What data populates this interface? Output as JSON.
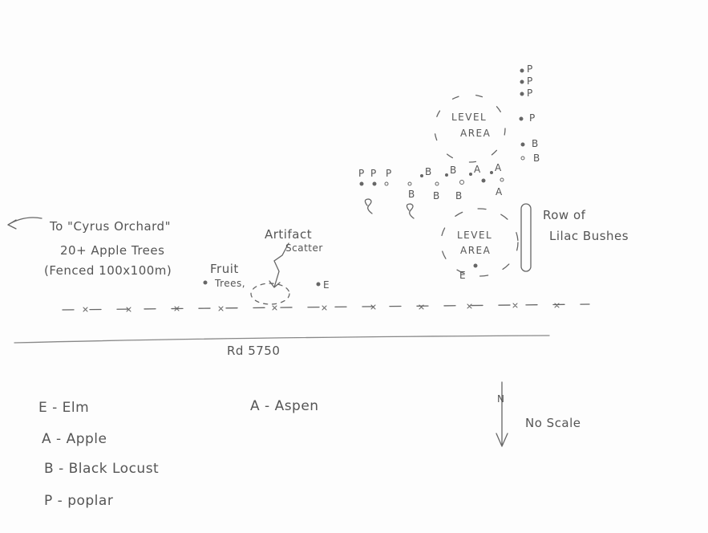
{
  "orchard_note": {
    "line1": "To \"Cyrus Orchard\"",
    "line2": "20+ Apple Trees",
    "line3": "(Fenced 100x100m)"
  },
  "artifact": {
    "line1": "Artifact",
    "line2": "Scatter"
  },
  "fruit_trees": {
    "line1": "Fruit",
    "line2": "Trees,"
  },
  "road_label": "Rd 5750",
  "level_area_north": {
    "line1": "LEVEL",
    "line2": "AREA"
  },
  "level_area_south": {
    "line1": "LEVEL",
    "line2": "AREA"
  },
  "lilac": {
    "line1": "Row of",
    "line2": "Lilac Bushes"
  },
  "tree_labels": {
    "elm_fruit": "E",
    "elm_level": "E",
    "poplar_col": [
      "P",
      "P",
      "P",
      "P"
    ],
    "locust_col": [
      "B",
      "B"
    ],
    "poplar_row": [
      "P",
      "P",
      "P"
    ],
    "upper_row": [
      "B",
      "B",
      "A",
      "A"
    ],
    "lower_row": [
      "B",
      "B",
      "B",
      "A"
    ]
  },
  "legend": {
    "elm": "E - Elm",
    "apple": "A - Apple",
    "locust": "B - Black Locust",
    "poplar": "P - poplar",
    "aspen": "A - Aspen"
  },
  "north_label": "N",
  "scale_note": "No Scale",
  "colors": {
    "pencil": "#555555",
    "paper": "#fdfdfd"
  }
}
